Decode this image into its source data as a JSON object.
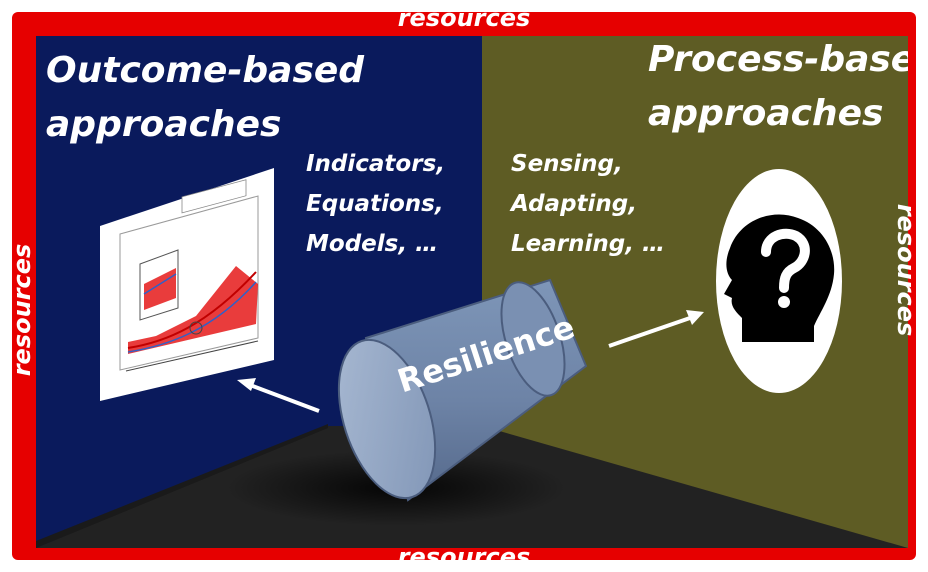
{
  "frame": {
    "label_top": "resources",
    "label_bottom": "resources",
    "label_left": "resources",
    "label_right": "resources",
    "color": "#e60000"
  },
  "left_panel": {
    "title_line1": "Outcome-based",
    "title_line2": "approaches",
    "items": [
      "Indicators,",
      "Equations,",
      "Models, …"
    ],
    "background": "#0a1a5c"
  },
  "right_panel": {
    "title_line1": "Process-based",
    "title_line2": "approaches",
    "items": [
      "Sensing,",
      "Adapting,",
      "Learning, …"
    ],
    "background": "#5e5c24"
  },
  "center": {
    "label": "Resilience"
  },
  "icons": {
    "chart": "line-chart-thumbnail-icon",
    "head": "head-question-mark-icon",
    "arrow_left": "arrow-up-left-icon",
    "arrow_right": "arrow-up-right-icon"
  }
}
